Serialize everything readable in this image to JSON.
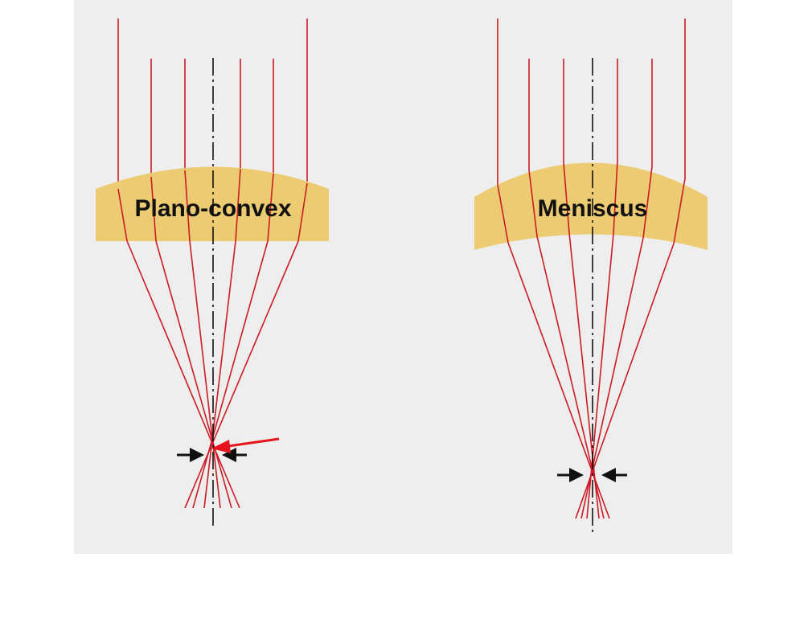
{
  "colors": {
    "panel_background": "#eeeeee",
    "lens_fill": "#eccb72",
    "ray": "#cc1b24",
    "axis": "#111111",
    "highlight_arrow": "#e8131c",
    "label": "#111111"
  },
  "diagrams": [
    {
      "id": "plano-convex",
      "label": "Plano-convex",
      "lens_shape": "plano-convex",
      "focus": "spread (spherical aberration) — arrow points at marginal-ray crossing",
      "has_highlight_arrow": true
    },
    {
      "id": "meniscus",
      "label": "Meniscus",
      "lens_shape": "meniscus",
      "focus": "tight convergence at single point",
      "has_highlight_arrow": false
    }
  ]
}
